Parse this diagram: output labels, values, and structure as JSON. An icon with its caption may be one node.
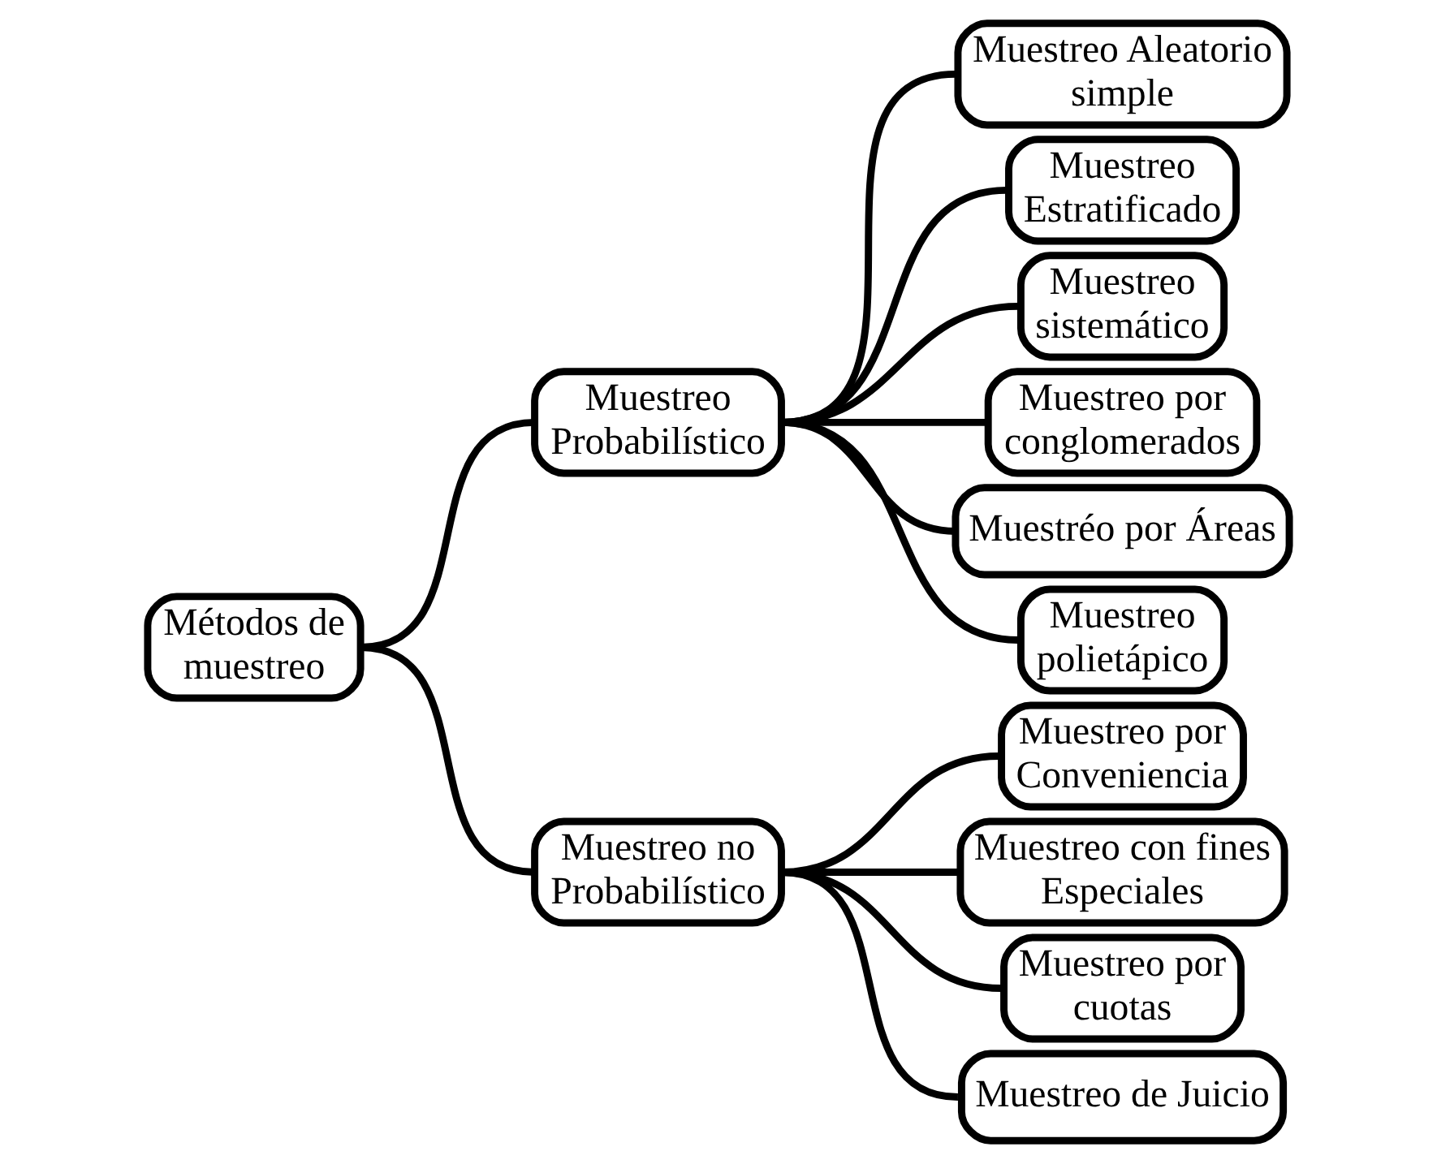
{
  "diagram": {
    "nodes": [
      {
        "text": [
          "Métodos de muestreo"
        ]
      },
      {
        "text": [
          "Muestreo Probabilístico"
        ]
      },
      {
        "text": [
          "Muestreo Aleatorio simple"
        ]
      },
      {
        "text": [
          "Muestreo Estratificado"
        ]
      },
      {
        "text": [
          "Muestreo sistemático"
        ]
      },
      {
        "text": [
          "Muestreo por conglomerados"
        ]
      },
      {
        "text": [
          "Muestréo por Áreas"
        ]
      },
      {
        "text": [
          "Muestreo polietápico"
        ]
      },
      {
        "text": [
          "Muestreo no Probabilístico"
        ]
      },
      {
        "text": [
          "Muestreo por Conveniencia"
        ]
      },
      {
        "text": [
          "Muestreo con fines Especiales"
        ]
      },
      {
        "text": [
          "Muestreo por cuotas"
        ]
      },
      {
        "text": [
          "Muestreo de Juicio"
        ]
      }
    ],
    "edges": [
      {
        "from": 0,
        "to": 1,
        "arrow": "none"
      },
      {
        "from": 0,
        "to": 8,
        "arrow": "none"
      },
      {
        "from": 1,
        "to": 2,
        "arrow": "none"
      },
      {
        "from": 1,
        "to": 3,
        "arrow": "none"
      },
      {
        "from": 1,
        "to": 4,
        "arrow": "none"
      },
      {
        "from": 1,
        "to": 5,
        "arrow": "none"
      },
      {
        "from": 1,
        "to": 6,
        "arrow": "none"
      },
      {
        "from": 1,
        "to": 7,
        "arrow": "none"
      },
      {
        "from": 8,
        "to": 9,
        "arrow": "none"
      },
      {
        "from": 8,
        "to": 10,
        "arrow": "none"
      },
      {
        "from": 8,
        "to": 11,
        "arrow": "none"
      },
      {
        "from": 8,
        "to": 12,
        "arrow": "none"
      }
    ]
  }
}
